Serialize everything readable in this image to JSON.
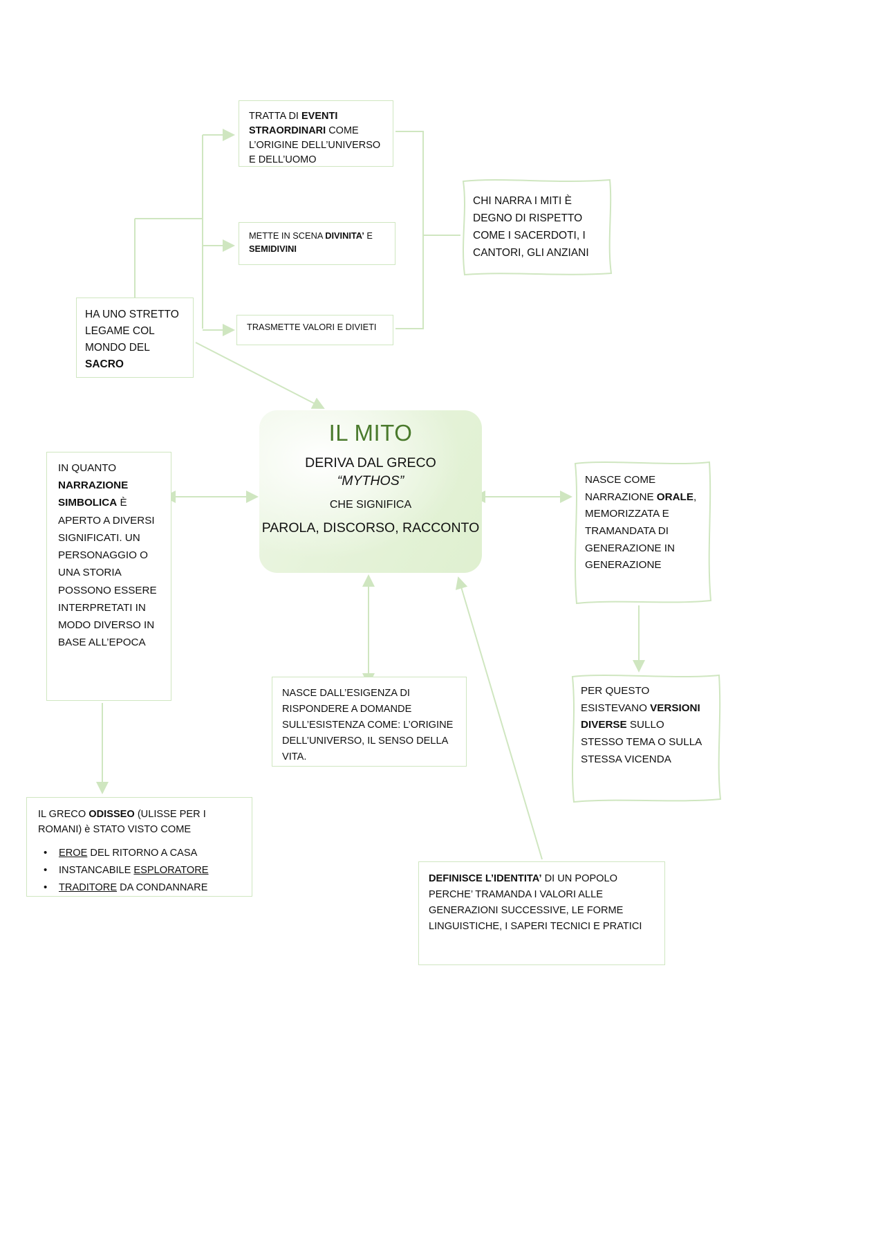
{
  "diagram": {
    "title": "IL MITO",
    "accent_color": "#cfe6c0",
    "title_color": "#4a7a2c",
    "fill_color": "#e6f3da"
  },
  "center": {
    "title": "IL MITO",
    "line1_pre": "DERIVA DAL GRECO",
    "line1_greek": "“MYTHOS”",
    "line2": "CHE SIGNIFICA",
    "line3": "PAROLA, DISCORSO, RACCONTO"
  },
  "nodes": {
    "eventi": {
      "t1": "TRATTA DI ",
      "b1": "EVENTI STRAORDINARI",
      "t2": " COME L’ORIGINE DELL’UNIVERSO E DELL’UOMO"
    },
    "divinita": {
      "t1": "METTE IN SCENA ",
      "b1": "DIVINITA’",
      "t2": " E ",
      "b2": "SEMIDIVINI"
    },
    "valori": {
      "t1": "TRASMETTE VALORI E DIVIETI"
    },
    "sacro": {
      "t1": "HA UNO STRETTO LEGAME COL MONDO DEL ",
      "b1": "SACRO"
    },
    "narratori": {
      "t1": "CHI NARRA I MITI È DEGNO DI RISPETTO COME I SACERDOTI, I CANTORI, GLI ANZIANI"
    },
    "orale": {
      "t1": "NASCE COME NARRAZIONE ",
      "b1": "ORALE",
      "t2": ", MEMORIZZATA E TRAMANDATA DI GENERAZIONE IN GENERAZIONE"
    },
    "versioni": {
      "t1": "PER QUESTO ESISTEVANO ",
      "b1": "VERSIONI DIVERSE",
      "t2": " SULLO STESSO TEMA O SULLA STESSA VICENDA"
    },
    "simbolica": {
      "t1": "IN QUANTO ",
      "b1": "NARRAZIONE SIMBOLICA",
      "t2": " È APERTO A DIVERSI SIGNIFICATI. UN PERSONAGGIO O UNA STORIA POSSONO ESSERE INTERPRETATI IN MODO DIVERSO IN BASE ALL’EPOCA"
    },
    "odisseo": {
      "t1": "IL GRECO ",
      "b1": "ODISSEO",
      "t2": " (ULISSE PER I ROMANI) è STATO VISTO COME",
      "bullets": [
        {
          "u": "EROE",
          "rest": " DEL RITORNO A CASA"
        },
        {
          "pre": "INSTANCABILE ",
          "u": "ESPLORATORE",
          "rest": ""
        },
        {
          "u": "TRADITORE",
          "rest": " DA CONDANNARE"
        }
      ]
    },
    "esigenza": {
      "t1": "NASCE DALL’ESIGENZA DI RISPONDERE A DOMANDE SULL’ESISTENZA COME: L’ORIGINE DELL’UNIVERSO, IL SENSO DELLA VITA."
    },
    "identita": {
      "b1": "DEFINISCE L’IDENTITA’",
      "t2": " DI UN POPOLO PERCHE’ TRAMANDA I VALORI ALLE GENERAZIONI SUCCESSIVE, LE FORME LINGUISTICHE, I SAPERI TECNICI E PRATICI"
    }
  }
}
